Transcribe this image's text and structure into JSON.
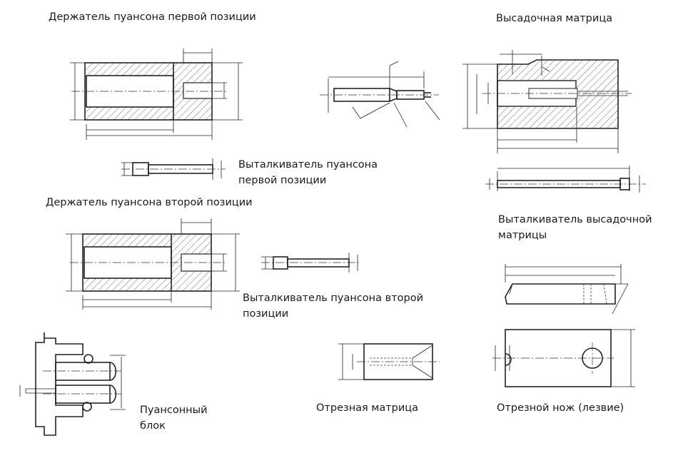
{
  "labels": {
    "punch_holder_1": "Держатель пуансона первой позиции",
    "upsetting_die": "Высадочная матрица",
    "punch_ejector_1_line1": "Выталкиватель пуансона",
    "punch_ejector_1_line2": "первой позиции",
    "punch_holder_2": "Держатель пуансона второй позиции",
    "die_ejector_line1": "Выталкиватель высадочной",
    "die_ejector_line2": "матрицы",
    "punch_ejector_2_line1": "Выталкиватель пуансона второй",
    "punch_ejector_2_line2": "позиции",
    "punch_block_line1": "Пуансонный",
    "punch_block_line2": "блок",
    "cutting_die": "Отрезная матрица",
    "cutting_knife": "Отрезной нож (лезвие)"
  }
}
